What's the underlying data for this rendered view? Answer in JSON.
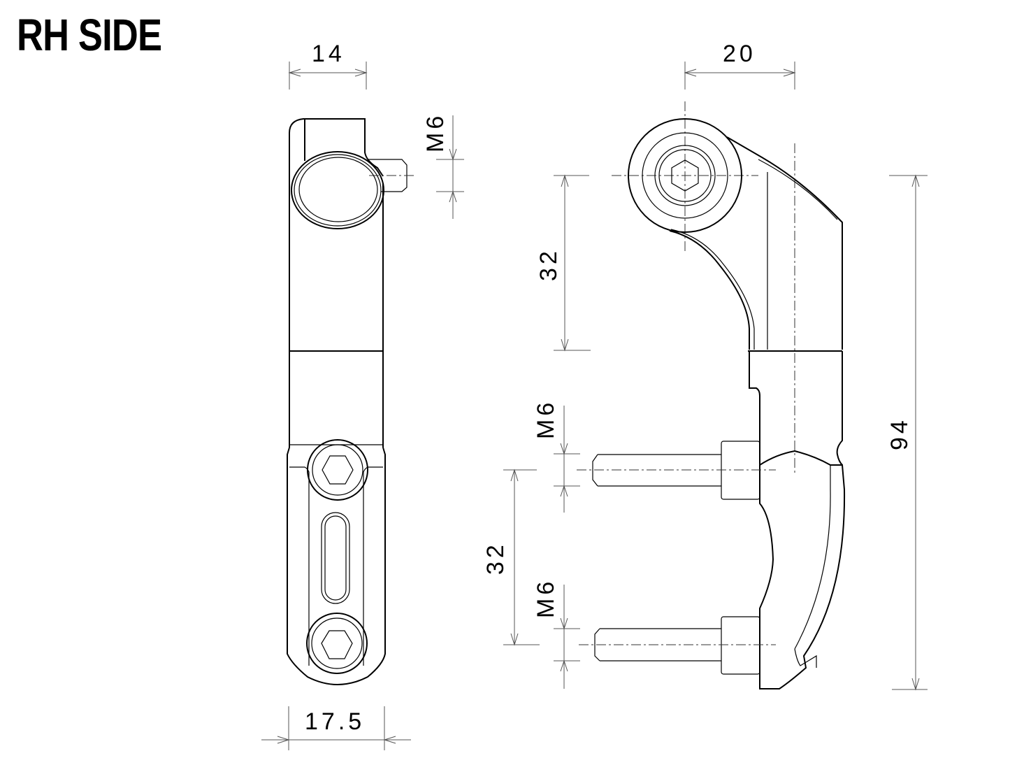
{
  "title": "RH SIDE",
  "views": {
    "front": {
      "label": "front-view",
      "dimensions": {
        "top_width": "14",
        "bottom_width": "17.5",
        "thread_top": "M6"
      }
    },
    "side": {
      "label": "side-view",
      "dimensions": {
        "top_offset": "20",
        "upper_height": "32",
        "lower_height": "32",
        "overall_height": "94",
        "thread_upper": "M6",
        "thread_lower": "M6"
      }
    }
  },
  "colors": {
    "line": "#000000",
    "dimension_line": "#555555",
    "background": "#ffffff"
  }
}
